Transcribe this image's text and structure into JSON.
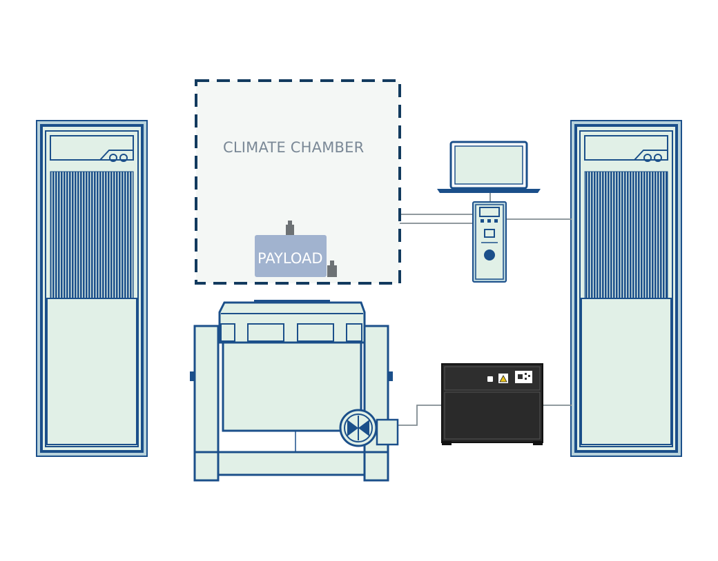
{
  "labels": {
    "climate_chamber": "CLIMATE CHAMBER",
    "payload": "PAYLOAD"
  },
  "colors": {
    "outline": "#1b4f8a",
    "fill_light": "#e1f0e7",
    "rack_outer": "#b8d3dc",
    "chamber_border": "#123a5e",
    "chamber_fill": "#f4f7f5",
    "payload_fill": "#a1b3cf",
    "cable": "#808b91",
    "connector": "#6d7275",
    "amplifier_body": "#262626"
  },
  "icons": [
    "power-cabinet",
    "laptop-icon",
    "controller-unit",
    "shaker-table",
    "power-amplifier",
    "fan-icon",
    "warning-icon"
  ]
}
